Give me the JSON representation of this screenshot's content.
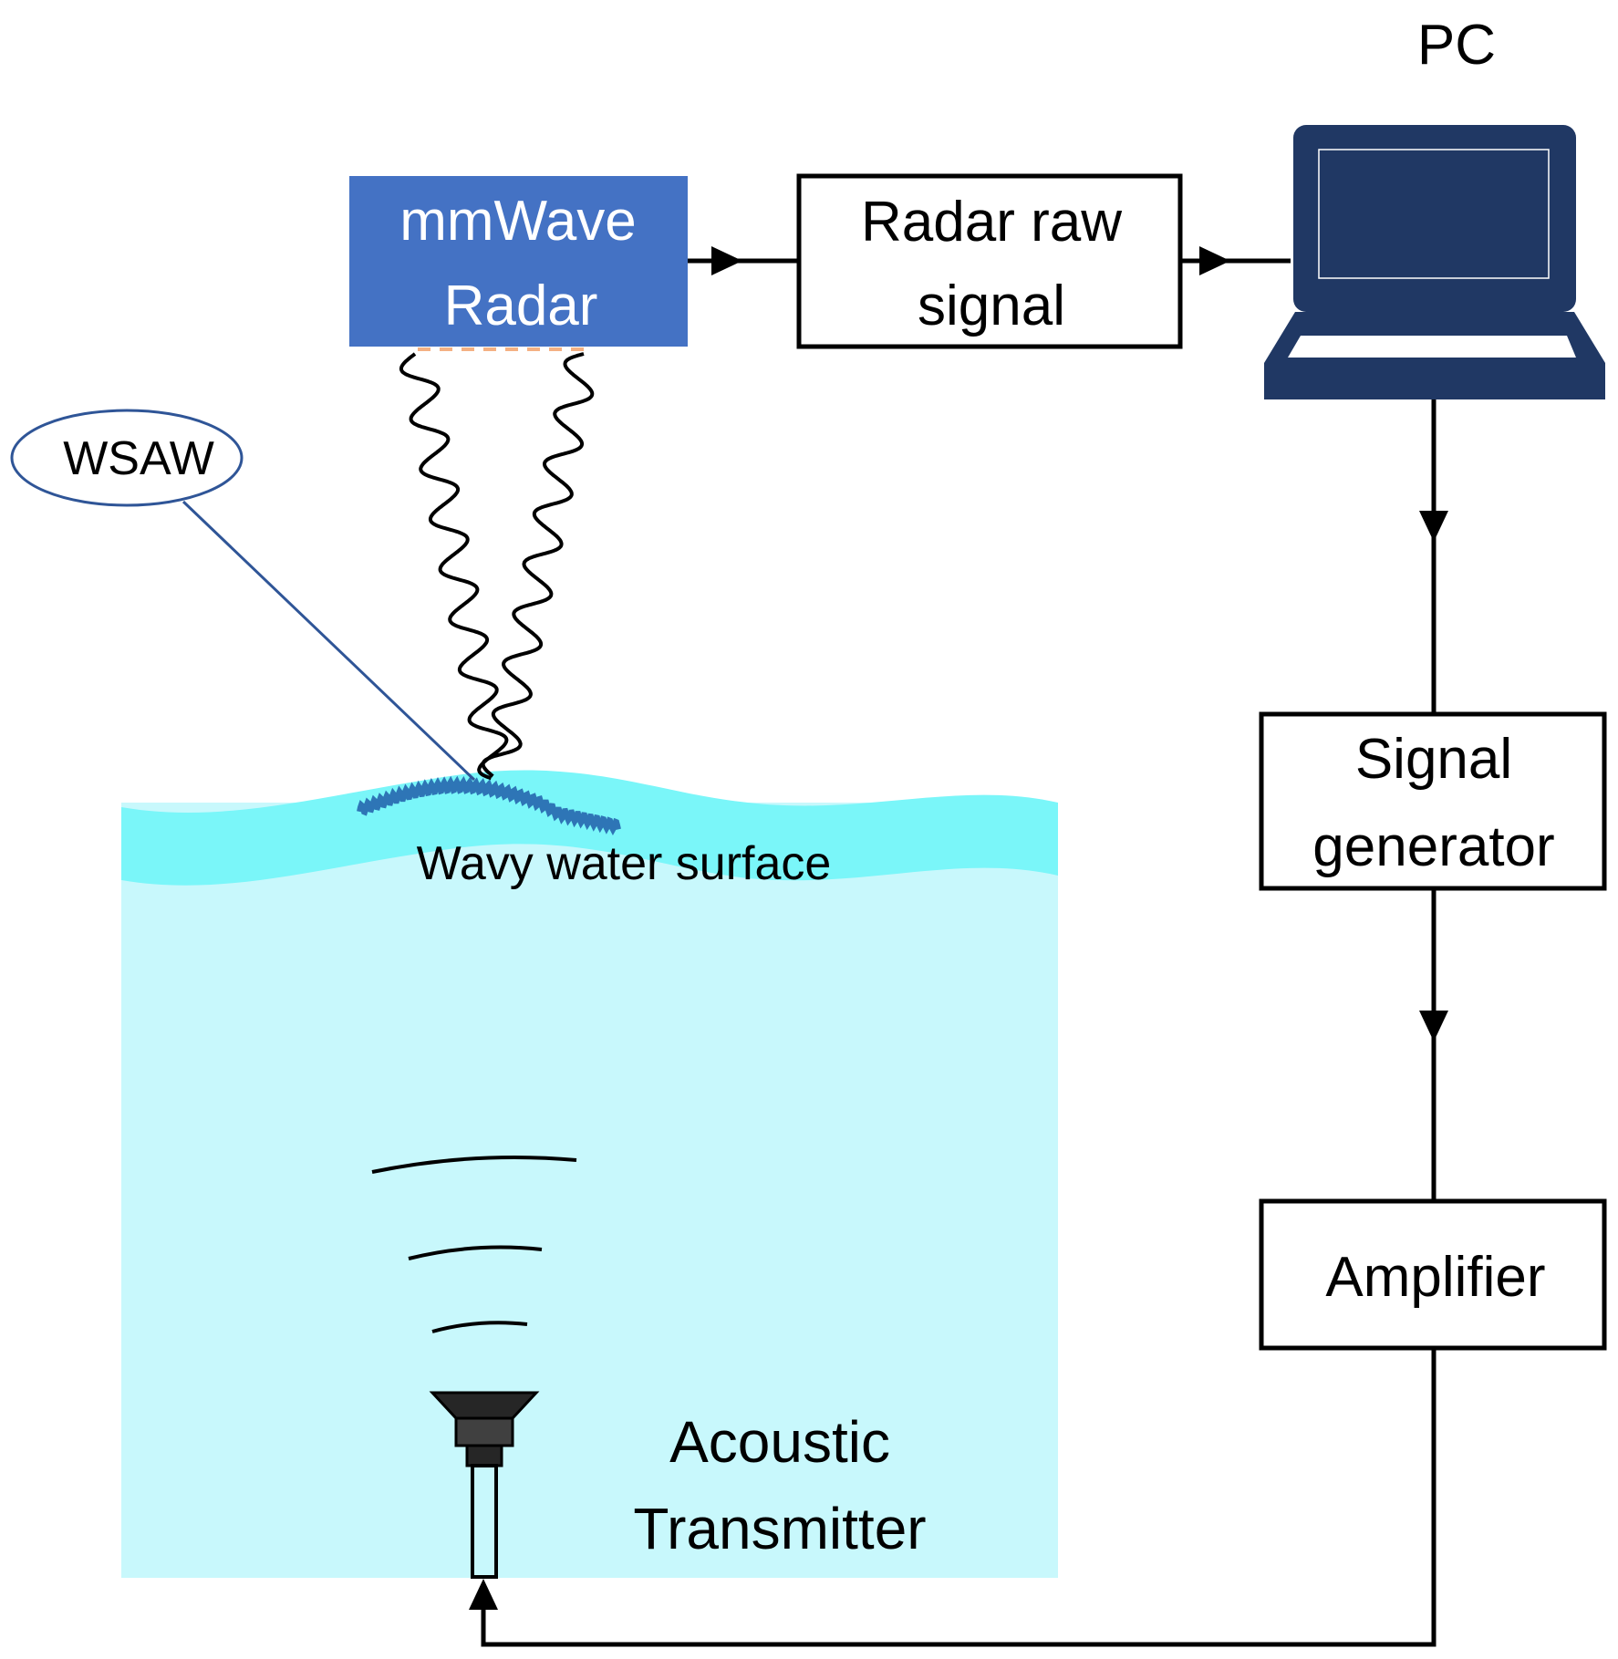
{
  "labels": {
    "pc": "PC",
    "radar_line1": "mmWave",
    "radar_line2": "Radar",
    "raw_line1": "Radar raw",
    "raw_line2": "signal",
    "siggen_line1": "Signal",
    "siggen_line2": "generator",
    "amplifier": "Amplifier",
    "wsaw": "WSAW",
    "surface": "Wavy water surface",
    "transmitter_line1": "Acoustic",
    "transmitter_line2": "Transmitter"
  },
  "colors": {
    "radar_box": "#4472C4",
    "laptop": "#203864",
    "water_body": "#C8F8FC",
    "water_surface": "#7AF6F9",
    "ripple": "#2E75B6",
    "callout": "#2F5597",
    "line": "#000000"
  },
  "icons": {
    "pc": "laptop-icon",
    "transmitter": "speaker-icon"
  }
}
